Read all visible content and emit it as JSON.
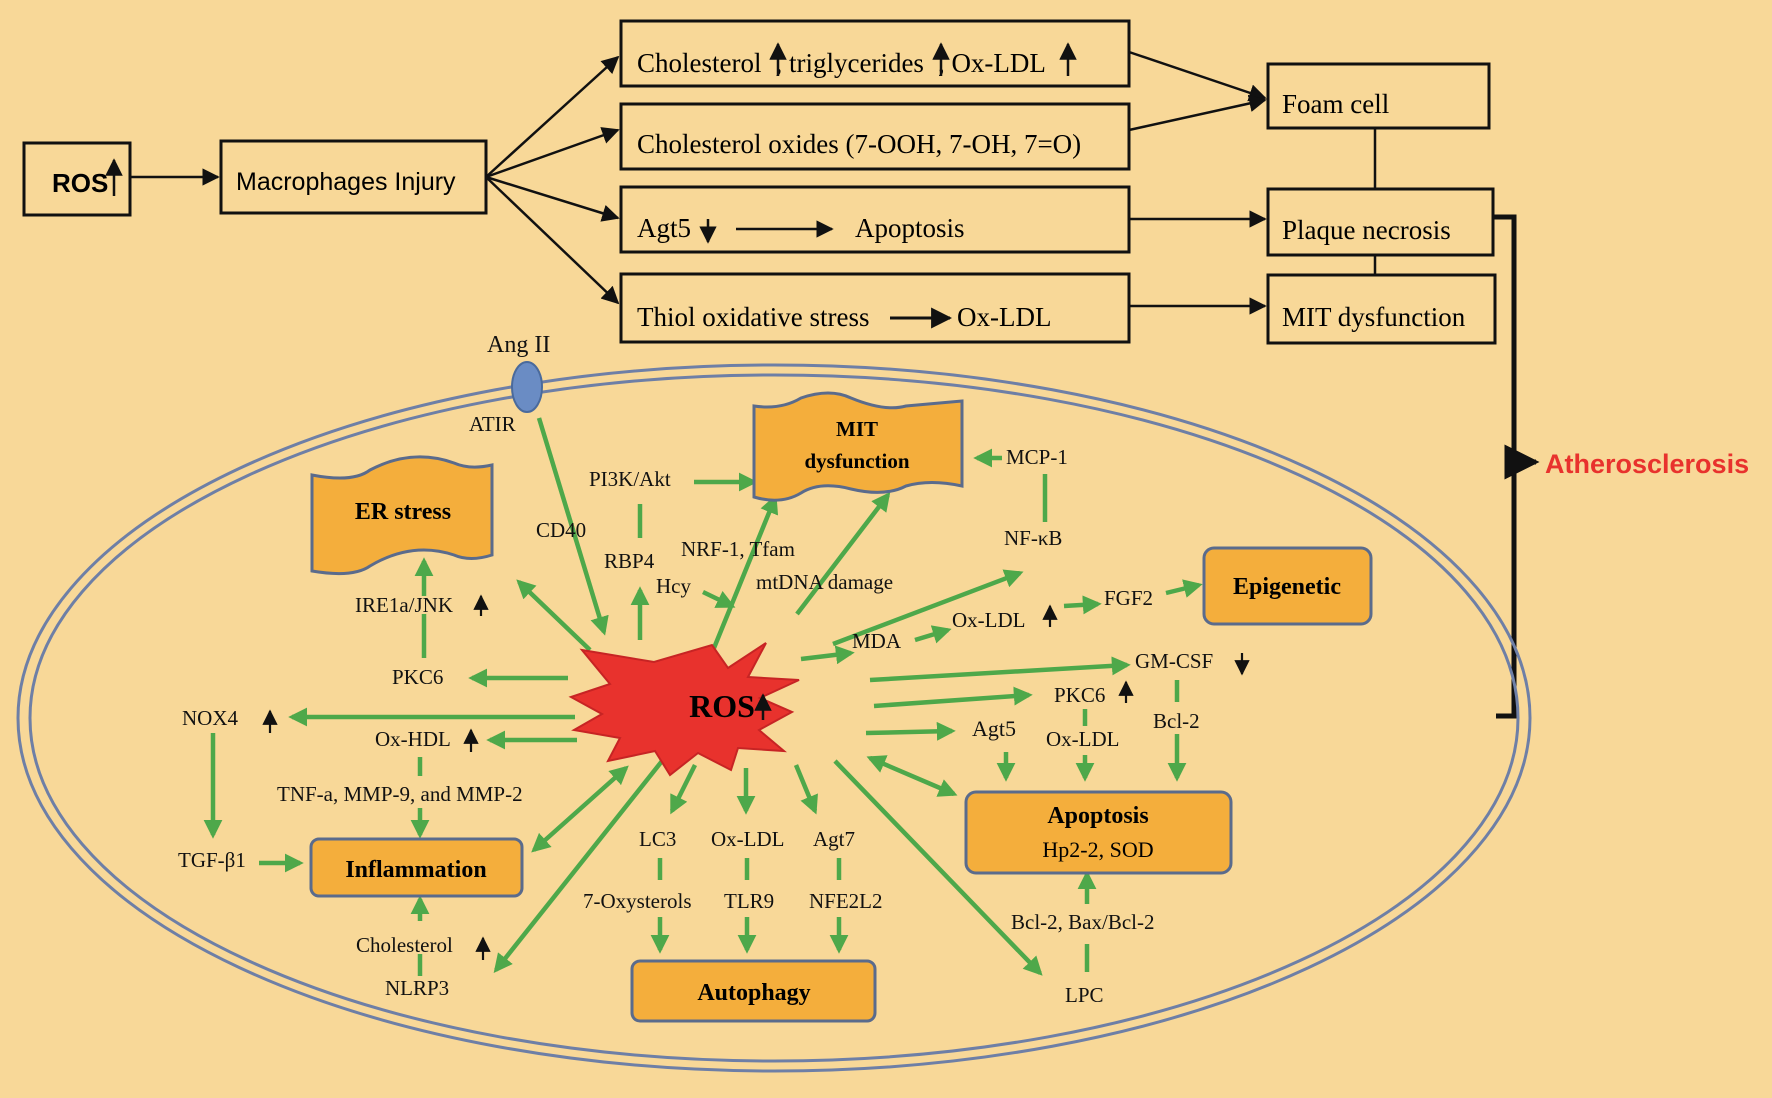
{
  "top": {
    "ros": "ROS",
    "macrophages": "Macrophages Injury",
    "b_cholesterol": "Cholesterol",
    "b_triglycerides": ", triglycerides",
    "b_oxldl": ", Ox-LDL",
    "b_oxides": "Cholesterol oxides (7-OOH, 7-OH, 7=O)",
    "b_agt5": "Agt5",
    "b_apoptosis": "Apoptosis",
    "b_thiol": "Thiol oxidative stress",
    "b_thiol_oxldl": "Ox-LDL",
    "foam_cell": "Foam cell",
    "plaque": "Plaque necrosis",
    "mit_dys": "MIT dysfunction",
    "athero": "Atherosclerosis"
  },
  "cell": {
    "ang2": "Ang II",
    "atir": "ATIR",
    "cd40": "CD40",
    "pi3k": "PI3K/Akt",
    "rbp4": "RBP4",
    "nrf1": "NRF-1, Tfam",
    "hcy": "Hcy",
    "mtdna": "mtDNA damage",
    "mcp1": "MCP-1",
    "nfkb": "NF-κB",
    "mda": "MDA",
    "oxldl_mid": "Ox-LDL",
    "fgf2": "FGF2",
    "gmcsf": "GM-CSF",
    "pkc_right": "PKC6",
    "bcl2_top": "Bcl-2",
    "agt5": "Agt5",
    "oxldl_apop": "Ox-LDL",
    "ire1a": "IRE1a/JNK",
    "pkc_left": "PKC6",
    "nox4": "NOX4",
    "oxhdl": "Ox-HDL",
    "tnfa": "TNF-a, MMP-9, and MMP-2",
    "tgfb1": "TGF-β1",
    "cholesterol": "Cholesterol",
    "nlrp3": "NLRP3",
    "lc3": "LC3",
    "oxysterols": "7-Oxysterols",
    "oxldl_auto": "Ox-LDL",
    "tlr9": "TLR9",
    "agt7": "Agt7",
    "nfe2l2": "NFE2L2",
    "bcl2_bax": "Bcl-2, Bax/Bcl-2",
    "lpc": "LPC",
    "ros_center": "ROS"
  },
  "boxes": {
    "er_stress": "ER stress",
    "mit_dys_1": "MIT",
    "mit_dys_2": "dysfunction",
    "epigenetic": "Epigenetic",
    "apoptosis_title": "Apoptosis",
    "apoptosis_sub": "Hp2-2, SOD",
    "inflammation": "Inflammation",
    "autophagy": "Autophagy"
  },
  "colors": {
    "background": "#f8d898",
    "green": "#4ea84a",
    "box_fill": "#f4ae3c",
    "box_stroke": "#5a6b8c",
    "ros_burst": "#e8322d",
    "athero_red": "#e8322d",
    "membrane": "#6e7fa6"
  }
}
